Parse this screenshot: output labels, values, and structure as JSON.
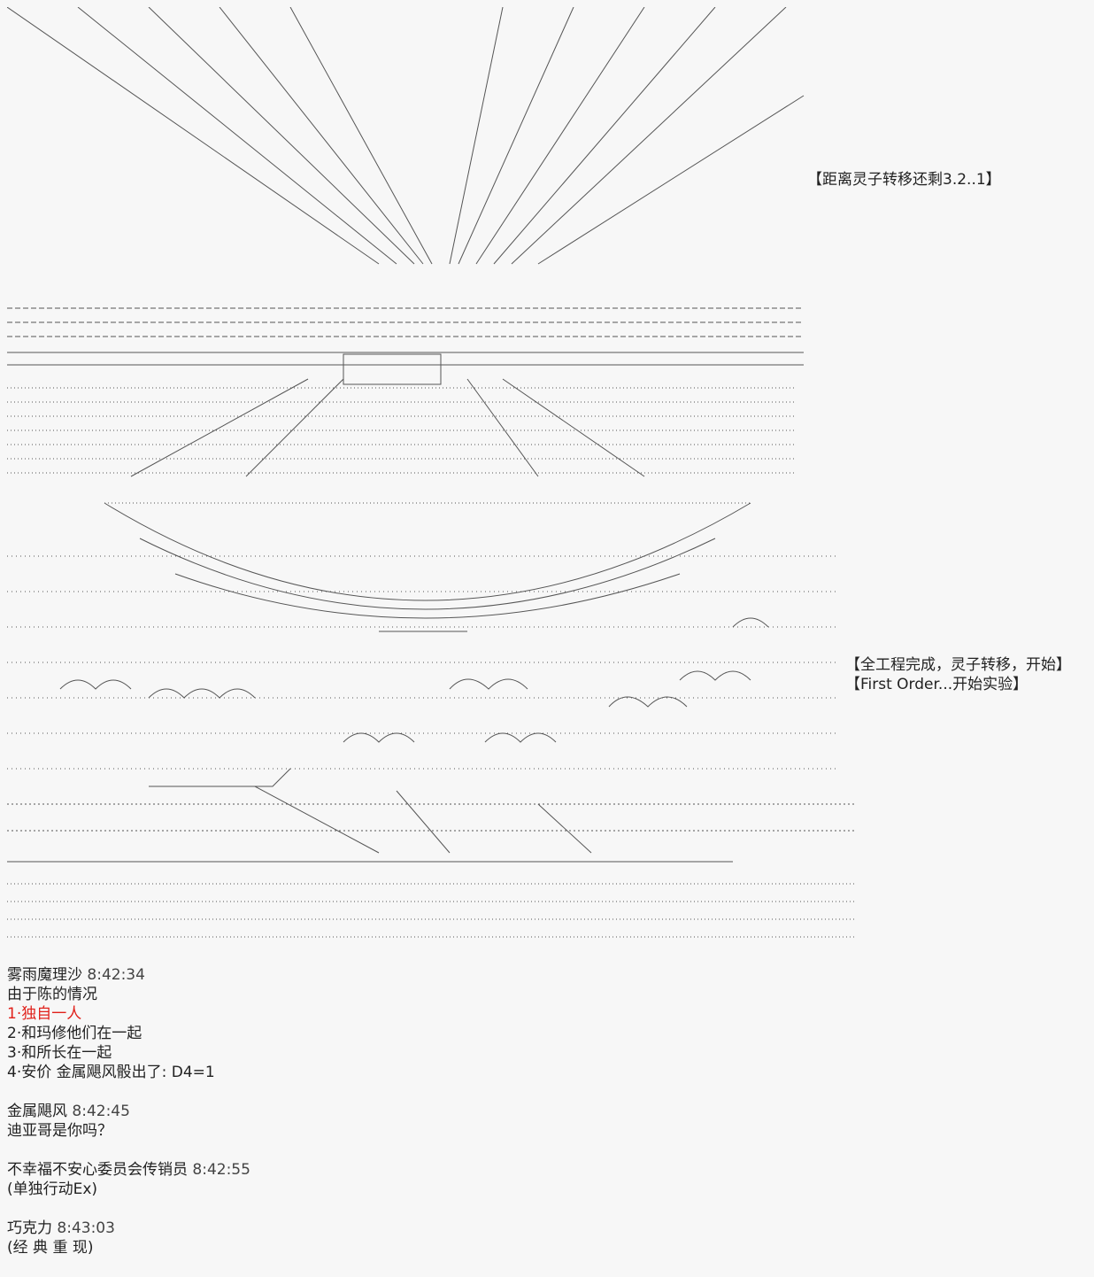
{
  "art_tags": {
    "tag1": "【距离灵子转移还剩3.2..1】",
    "tag2": "【全工程完成，灵子转移，开始】",
    "tag3": "【First Order...开始实验】"
  },
  "messages": [
    {
      "author": "雾雨魔理沙",
      "time": "8:42:34",
      "lines": [
        {
          "text": "由于陈的情况",
          "red": false
        },
        {
          "text": "1·独自一人",
          "red": true
        },
        {
          "text": "2·和玛修他们在一起",
          "red": false
        },
        {
          "text": "3·和所长在一起",
          "red": false
        },
        {
          "text": "4·安价 金属飓风骰出了: D4=1",
          "red": false
        }
      ]
    },
    {
      "author": "金属飓风",
      "time": "8:42:45",
      "lines": [
        {
          "text": "迪亚哥是你吗？",
          "red": false
        }
      ]
    },
    {
      "author": "不幸福不安心委员会传销员",
      "time": "8:42:55",
      "lines": [
        {
          "text": "(单独行动Ex)",
          "red": false
        }
      ]
    },
    {
      "author": "巧克力",
      "time": "8:43:03",
      "lines": [
        {
          "text": "(经 典 重 现)",
          "red": false
        }
      ]
    }
  ],
  "colors": {
    "text": "#222222",
    "highlight": "#e0201a",
    "background": "#f7f7f7"
  }
}
